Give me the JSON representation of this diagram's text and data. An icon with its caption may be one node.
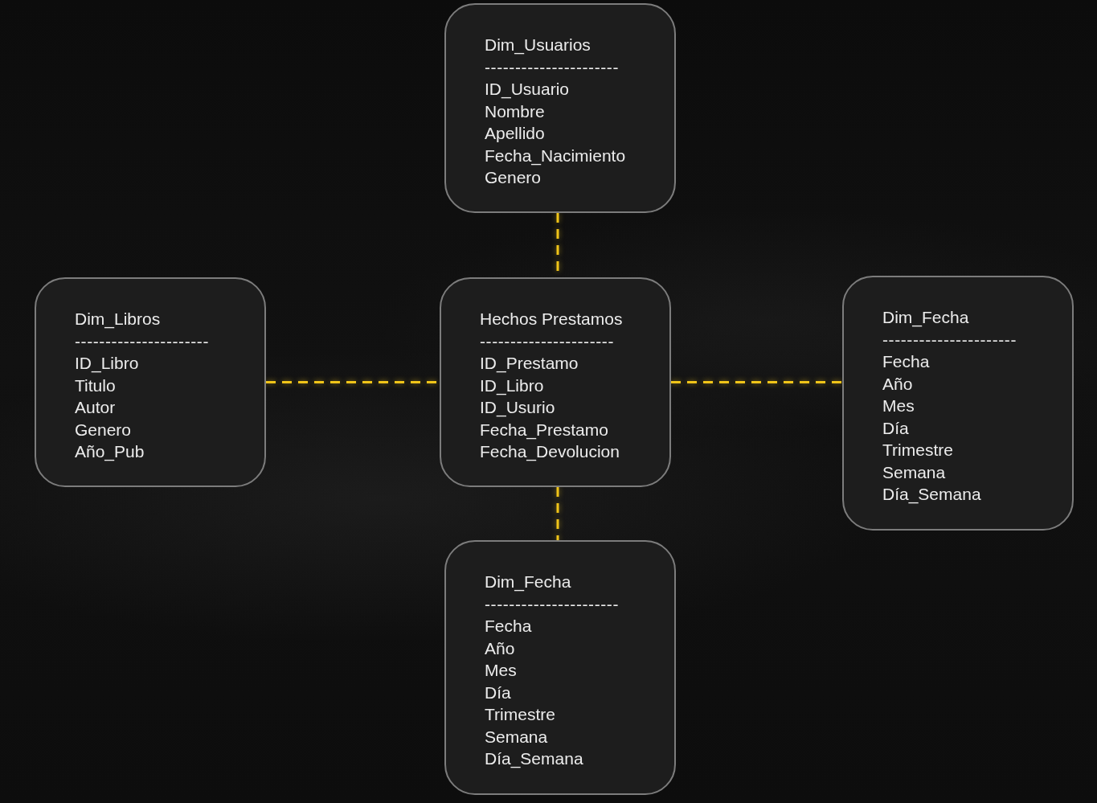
{
  "diagram": {
    "nodes": [
      {
        "text": [
          "Dim_Usuarios",
          "----------------------",
          "ID_Usuario",
          "Nombre",
          "Apellido",
          "Fecha_Nacimiento",
          "Genero"
        ]
      },
      {
        "text": [
          "Dim_Libros",
          "----------------------",
          "ID_Libro",
          "Titulo",
          "Autor",
          "Genero",
          "Año_Pub"
        ]
      },
      {
        "text": [
          "Hechos Prestamos",
          "----------------------",
          "ID_Prestamo",
          "ID_Libro",
          "ID_Usurio",
          "Fecha_Prestamo",
          "Fecha_Devolucion"
        ]
      },
      {
        "text": [
          "Dim_Fecha",
          "----------------------",
          "Fecha",
          "Año",
          "Mes",
          "Día",
          "Trimestre",
          "Semana",
          "Día_Semana"
        ]
      },
      {
        "text": [
          "Dim_Fecha",
          "----------------------",
          "Fecha",
          "Año",
          "Mes",
          "Día",
          "Trimestre",
          "Semana",
          "Día_Semana"
        ]
      }
    ],
    "edges": [
      {
        "from": 0,
        "to": 2,
        "arrow": "none",
        "style": "dashed"
      },
      {
        "from": 1,
        "to": 2,
        "arrow": "none",
        "style": "dashed"
      },
      {
        "from": 2,
        "to": 3,
        "arrow": "none",
        "style": "dashed"
      },
      {
        "from": 2,
        "to": 4,
        "arrow": "none",
        "style": "dashed"
      }
    ]
  }
}
